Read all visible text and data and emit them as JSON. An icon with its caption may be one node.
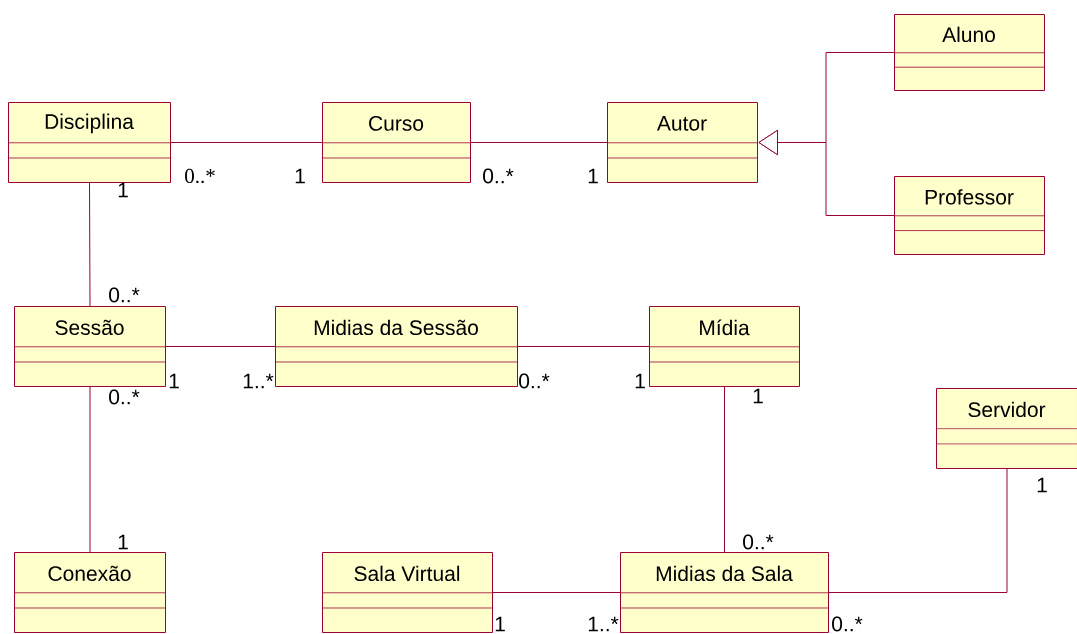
{
  "diagram": {
    "nodes": [
      {
        "text": [
          "Disciplina"
        ]
      },
      {
        "text": [
          "Curso"
        ]
      },
      {
        "text": [
          "Autor"
        ]
      },
      {
        "text": [
          "Aluno"
        ]
      },
      {
        "text": [
          "Professor"
        ]
      },
      {
        "text": [
          "Sessão"
        ]
      },
      {
        "text": [
          "Midias da Sessão"
        ]
      },
      {
        "text": [
          "Mídia"
        ]
      },
      {
        "text": [
          "Servidor"
        ]
      },
      {
        "text": [
          "Conexão"
        ]
      },
      {
        "text": [
          "Sala Virtual"
        ]
      },
      {
        "text": [
          "Midias da Sala"
        ]
      }
    ],
    "edges": [
      {
        "from": 0,
        "to": 1,
        "arrow": "none"
      },
      {
        "from": 1,
        "to": 2,
        "arrow": "none"
      },
      {
        "from": 3,
        "to": 2,
        "arrow": "to"
      },
      {
        "from": 4,
        "to": 2,
        "arrow": "to"
      },
      {
        "from": 0,
        "to": 5,
        "arrow": "none"
      },
      {
        "from": 5,
        "to": 6,
        "arrow": "none"
      },
      {
        "from": 6,
        "to": 7,
        "arrow": "none"
      },
      {
        "from": 5,
        "to": 9,
        "arrow": "none"
      },
      {
        "from": 7,
        "to": 11,
        "arrow": "none"
      },
      {
        "from": 10,
        "to": 11,
        "arrow": "none"
      },
      {
        "from": 8,
        "to": 11,
        "arrow": "none"
      }
    ],
    "labels": [
      "0..*",
      "1",
      "0..*",
      "1",
      "1",
      "0..*",
      "1",
      "1..*",
      "0..*",
      "1",
      "0..*",
      "1",
      "1",
      "1",
      "0..*",
      "1",
      "1..*",
      "0..*"
    ]
  }
}
